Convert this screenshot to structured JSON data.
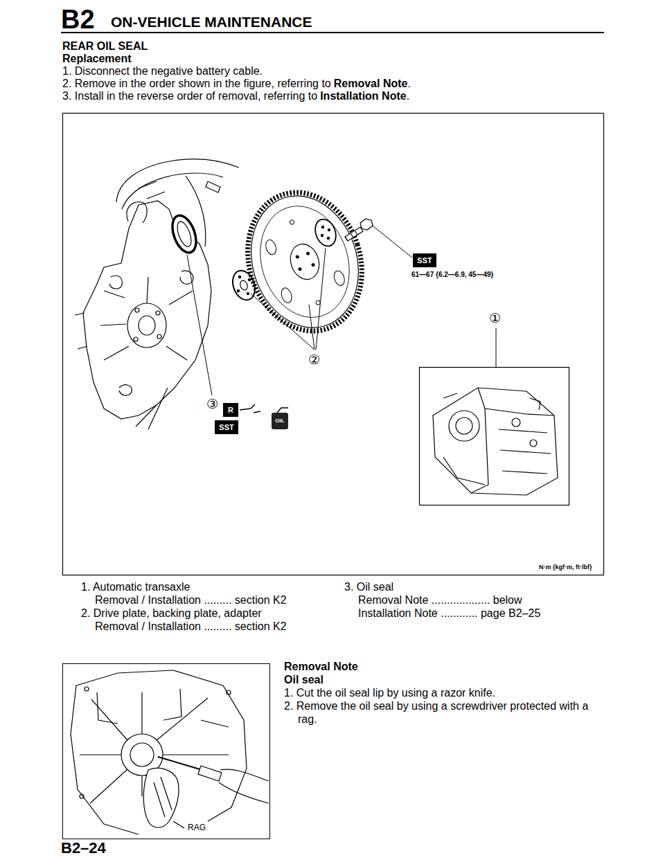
{
  "diagram": {
    "nodes": [
      {
        "text": [
          "SST"
        ]
      },
      {
        "text": [
          "R"
        ]
      },
      {
        "text": [
          "SST"
        ]
      },
      {
        "text": [
          "OIL"
        ]
      },
      {
        "text": [
          "RAG"
        ]
      }
    ],
    "edges": [],
    "labels": [
      "B2",
      "ON-VEHICLE MAINTENANCE",
      "REAR OIL SEAL",
      "Replacement",
      "1. Disconnect the negative battery cable.",
      "2. Remove in the order shown in the figure, referring to",
      "Removal Note",
      ".",
      "3. Install in the reverse order of removal, referring to",
      "Installation Note",
      ".",
      "61—67 {6.2—6.9, 45—49}",
      "①",
      "②",
      "③",
      "N·m {kgf·m, ft·lbf}",
      "1. Automatic transaxle",
      "Removal / Installation ......... section K2",
      "2. Drive plate, backing plate, adapter",
      "Removal / Installation ......... section K2",
      "3. Oil seal",
      "Removal Note ................... below",
      "Installation Note ............ page B2–25",
      "Removal Note",
      "Oil seal",
      "1. Cut the oil seal lip by using a razor knife.",
      "2. Remove the oil seal by using a screwdriver protected with a rag.",
      "B2–24"
    ]
  }
}
